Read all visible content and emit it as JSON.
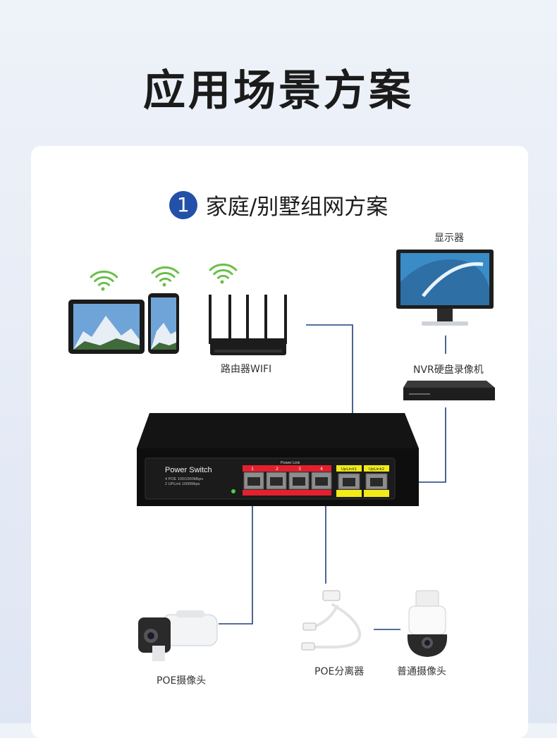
{
  "title": "应用场景方案",
  "section": {
    "number": "1",
    "title": "家庭/别墅组网方案"
  },
  "devices": {
    "monitor": "显示器",
    "nvr": "NVR硬盘录像机",
    "router": "路由器WIFI",
    "poe_camera": "POE摄像头",
    "splitter": "POE分离器",
    "normal_camera": "普通摄像头"
  },
  "switch": {
    "brand": "Power Switch",
    "spec1": "4 POE 100/1000Mbps",
    "spec2": "2 UPLink 1000Mbps",
    "port_header": "Power Link",
    "ports": [
      "1",
      "2",
      "3",
      "4"
    ],
    "uplinks": [
      "UpLink1",
      "UpLink2"
    ]
  },
  "colors": {
    "accent": "#2350a8",
    "line": "#1e3f78",
    "poe_band": "#e5202e",
    "uplink_band": "#f2ea1a"
  }
}
